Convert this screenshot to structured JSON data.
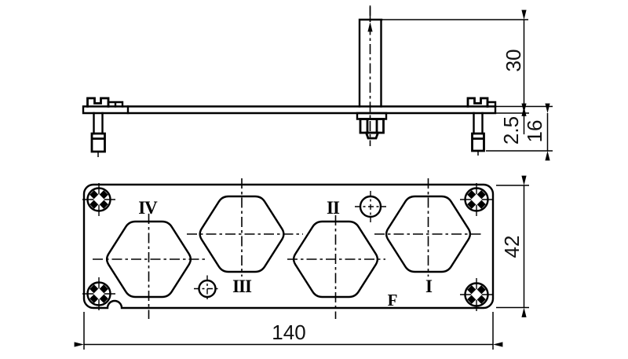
{
  "side_view": {
    "dim_post_height": "30",
    "dim_plate_thickness": "2.5",
    "dim_screw_protrusion": "16"
  },
  "front_view": {
    "cavities": {
      "iv": "IV",
      "iii": "III",
      "ii": "II",
      "i": "I"
    },
    "polarization_label": "F",
    "dim_height": "42",
    "dim_width": "140"
  },
  "colors": {
    "line": "#000000",
    "dimension_text": "#111111",
    "background": "#ffffff"
  }
}
